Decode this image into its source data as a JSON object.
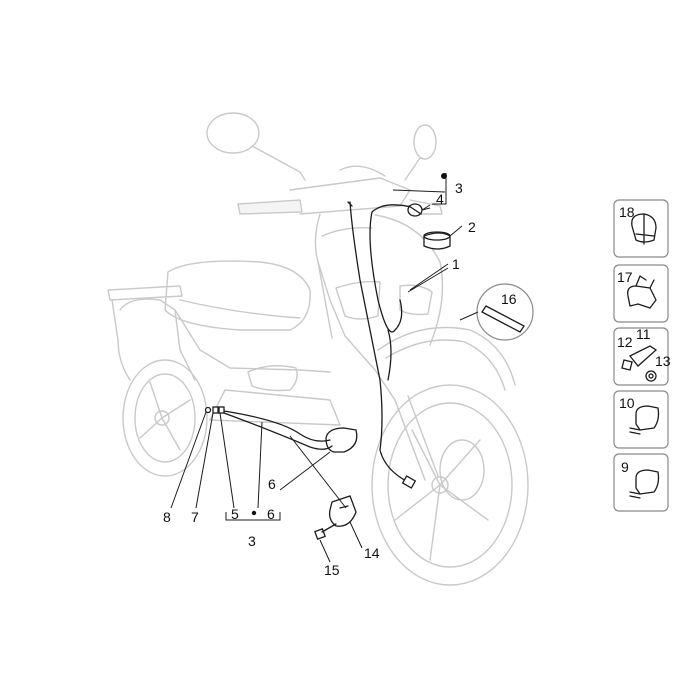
{
  "diagram": {
    "callouts": {
      "c1": "1",
      "c2": "2",
      "c3_top": "3",
      "c4": "4",
      "c3_bottom": "3",
      "c5": "5",
      "c6_bottom": "6",
      "c6": "6",
      "c7": "7",
      "c8": "8",
      "c14": "14",
      "c15": "15",
      "c16": "16"
    },
    "side_boxes": {
      "b18": "18",
      "b17": "17",
      "b12": "12",
      "b11": "11",
      "b13": "13",
      "b10": "10",
      "b9": "9"
    }
  }
}
